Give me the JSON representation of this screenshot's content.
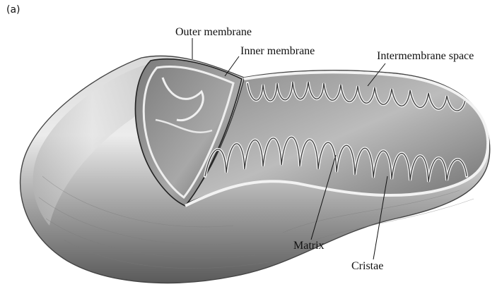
{
  "figure": {
    "panel_label": "(a)",
    "labels": {
      "outer_membrane": "Outer membrane",
      "inner_membrane": "Inner membrane",
      "intermembrane_space": "Intermembrane space",
      "matrix": "Matrix",
      "cristae": "Cristae"
    }
  }
}
